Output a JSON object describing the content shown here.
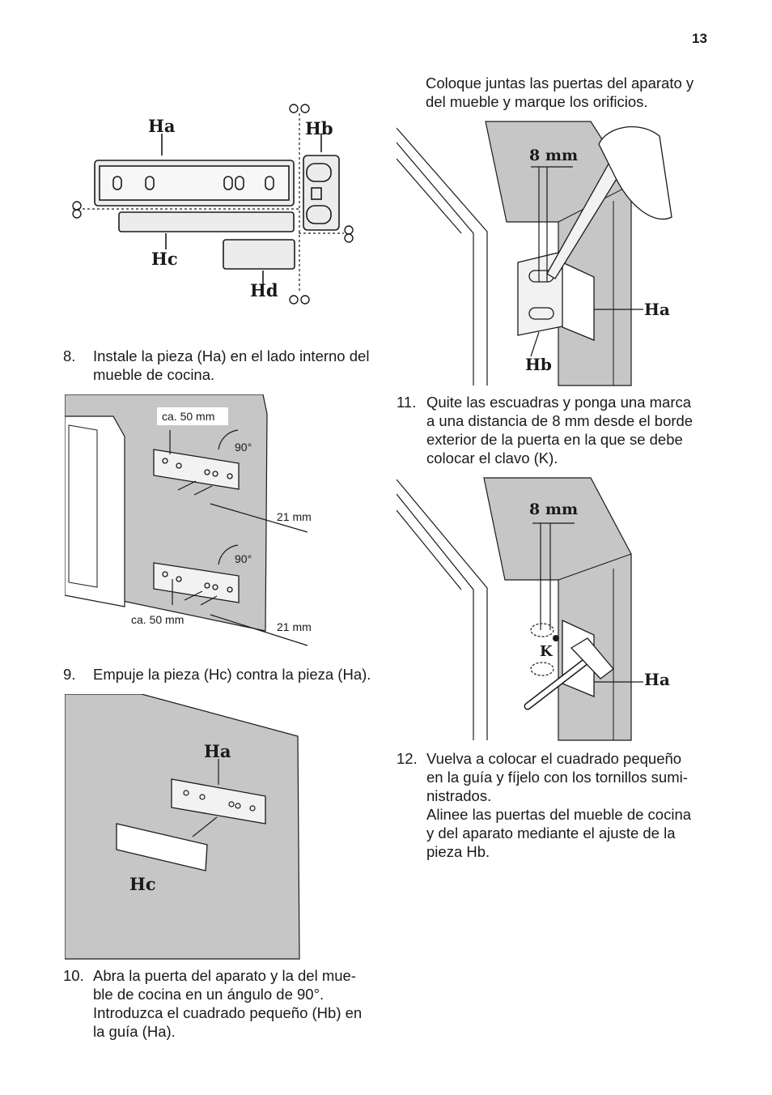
{
  "page_number": "13",
  "intro_right": [
    "Coloque juntas las puertas del aparato y",
    "del mueble y marque los orificios."
  ],
  "steps": [
    {
      "number": "8.",
      "lines": [
        "Instale la pieza (Ha) en el lado interno del",
        "mueble de cocina."
      ]
    },
    {
      "number": "9.",
      "lines": [
        "Empuje la pieza (Hc) contra la pieza (Ha)."
      ]
    },
    {
      "number": "10.",
      "lines": [
        "Abra la puerta del aparato y la del mue-",
        "ble de cocina en un ángulo de 90°.",
        "Introduzca el cuadrado pequeño (Hb) en",
        "la guía (Ha)."
      ]
    },
    {
      "number": "11.",
      "lines": [
        "Quite las escuadras y ponga una marca",
        "a una distancia de 8 mm desde el borde",
        "exterior de la puerta en la que se debe",
        "colocar el clavo (K)."
      ]
    },
    {
      "number": "12.",
      "lines": [
        "Vuelva a colocar el cuadrado pequeño",
        "en la guía y fíjelo con los tornillos sumi-",
        "nistrados.",
        "Alinee las puertas del mueble de cocina",
        "y del aparato mediante el ajuste de la",
        "pieza Hb."
      ]
    }
  ],
  "figures": {
    "parts": {
      "ha": "Ha",
      "hb": "Hb",
      "hc": "Hc",
      "hd": "Hd"
    },
    "install": {
      "dist_top": "ca. 50 mm",
      "dist_bottom": "ca. 50 mm",
      "angle_top": "90°",
      "angle_bottom": "90°",
      "offset_top": "21 mm",
      "offset_bottom": "21 mm"
    },
    "push": {
      "ha": "Ha",
      "hc": "Hc"
    },
    "mark": {
      "dim": "8 mm",
      "ha": "Ha",
      "hb": "Hb"
    },
    "nail": {
      "dim": "8 mm",
      "k": "K",
      "ha": "Ha"
    }
  }
}
